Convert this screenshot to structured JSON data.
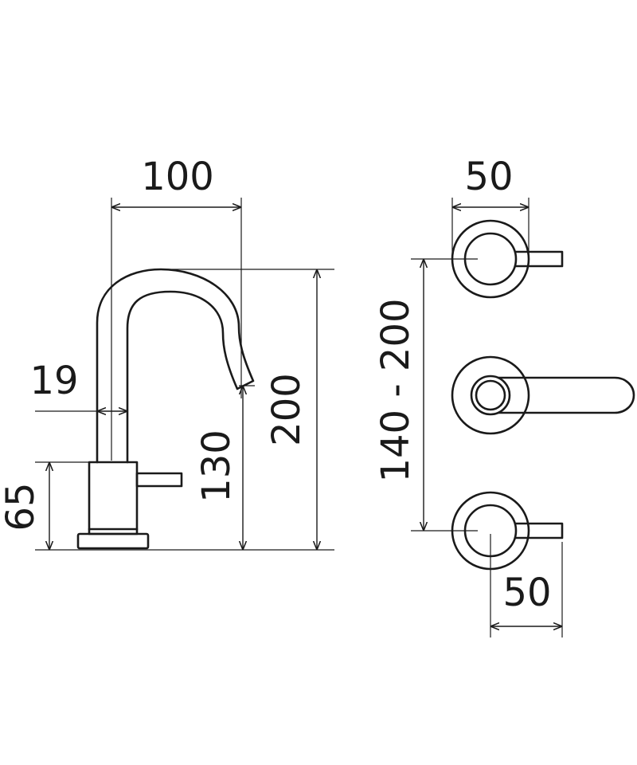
{
  "dimensions": {
    "spout_reach": "100",
    "spout_diameter": "19",
    "base_height": "65",
    "outlet_height": "130",
    "total_height": "200",
    "handle_spacing": "140 - 200",
    "rosette_diameter_top": "50",
    "rosette_diameter_bottom": "50"
  },
  "colors": {
    "line": "#1a1a1a",
    "background": "#ffffff"
  }
}
